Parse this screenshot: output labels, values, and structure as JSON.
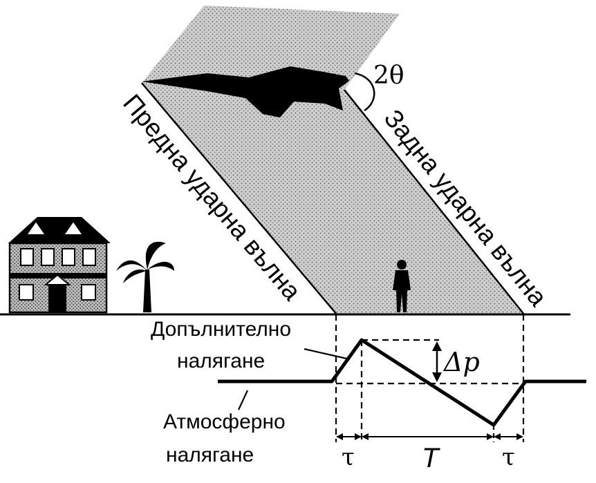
{
  "labels": {
    "angle": "2θ",
    "front_wave": "Предна ударна вълна",
    "rear_wave": "Задна ударна вълна",
    "overpressure_line1": "Допълнително",
    "overpressure_line2": "налягане",
    "atmospheric_line1": "Атмосферно",
    "atmospheric_line2": "налягане",
    "delta_p": "Δp",
    "tau_left": "τ",
    "period": "T",
    "tau_right": "τ"
  },
  "colors": {
    "ink": "#000000",
    "band_fill": "#c8c8c8",
    "background": "#ffffff"
  },
  "icons": {
    "aircraft": "supersonic-jet-silhouette",
    "house": "house-icon",
    "tree": "palm-tree-icon",
    "person": "standing-person-icon"
  }
}
